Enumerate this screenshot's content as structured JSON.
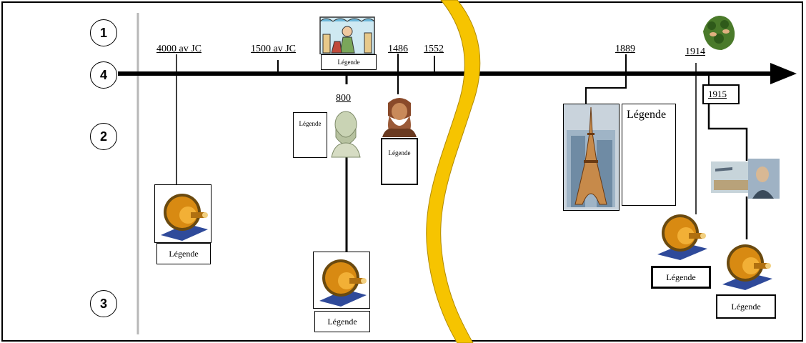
{
  "row_markers": [
    "1",
    "4",
    "2",
    "3"
  ],
  "dates": {
    "d4000": "4000 av JC",
    "d1500": "1500 av JC",
    "d1486": "1486",
    "d1552": "1552",
    "d1889": "1889",
    "d1914": "1914",
    "d800": "800",
    "d1915": "1915"
  },
  "legends": {
    "top_center": "Légende",
    "bust": "Légende",
    "leonardo": "Légende",
    "motor_left": "Légende",
    "motor_center": "Légende",
    "eiffel": "Légende",
    "motor_right1": "Légende",
    "motor_right2": "Légende"
  },
  "colors": {
    "axis": "#000000",
    "river_fill": "#f6c400",
    "river_edge": "#b08a00",
    "gray_line": "#b8b8b8"
  },
  "icons": {
    "motor": "electric-motor-clipart",
    "eiffel": "eiffel-tower-clipart",
    "bust": "greek-bust-clipart",
    "leonardo": "leonardo-portrait-clipart",
    "medieval": "medieval-scene-clipart",
    "soldiers": "soldiers-clipart",
    "collage": "aviation-collage-clipart"
  }
}
